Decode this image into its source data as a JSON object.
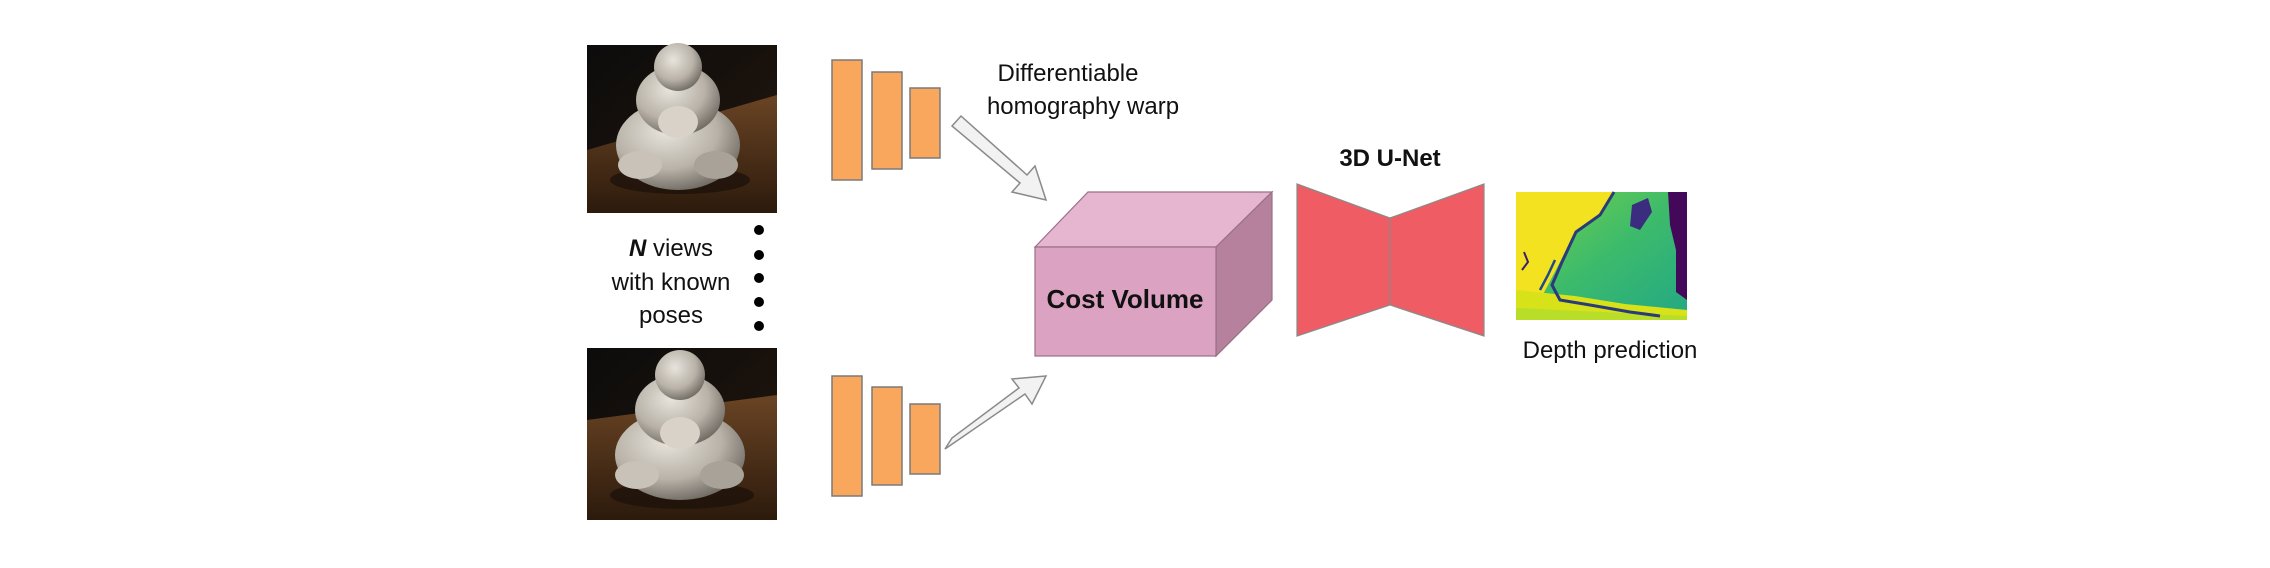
{
  "views_label": {
    "n": "N",
    "line1_rest": " views",
    "line2": "with known",
    "line3": "poses"
  },
  "warp_label": {
    "line1": "Differentiable",
    "line2": "homography warp"
  },
  "cost_volume_label": "Cost Volume",
  "unet_label": "3D U-Net",
  "depth_label": "Depth prediction",
  "colors": {
    "feature_layers": "#f8a75c",
    "cost_volume_front": "#dca2c2",
    "cost_volume_top": "#e6b5cf",
    "cost_volume_side": "#b5819c",
    "unet": "#f05c63",
    "arrow_fill": "#f2f2f2",
    "arrow_stroke": "#8a8a8a"
  }
}
